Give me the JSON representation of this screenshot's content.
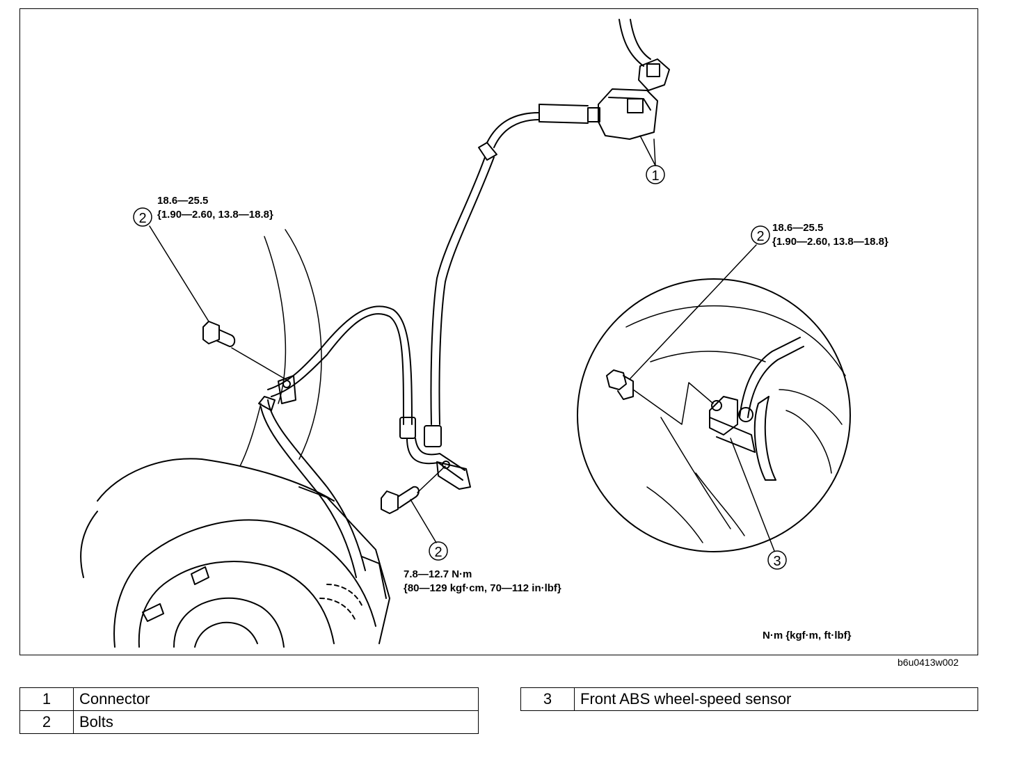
{
  "callouts": {
    "c1": "1",
    "c2": "2",
    "c3": "3"
  },
  "torque": {
    "bracket_bolt_line1": "18.6—25.5",
    "bracket_bolt_line2": "{1.90—2.60, 13.8—18.8}",
    "sensor_bolt_line1": "18.6—25.5",
    "sensor_bolt_line2": "{1.90—2.60, 13.8—18.8}",
    "harness_bolt_line1": "7.8—12.7 N·m",
    "harness_bolt_line2": "{80—129 kgf·cm, 70—112 in·lbf}"
  },
  "units_label": "N·m {kgf·m, ft·lbf}",
  "figure_id": "b6u0413w002",
  "legend": [
    {
      "num": "1",
      "name": "Connector"
    },
    {
      "num": "2",
      "name": "Bolts"
    },
    {
      "num": "3",
      "name": "Front ABS wheel-speed sensor"
    }
  ]
}
